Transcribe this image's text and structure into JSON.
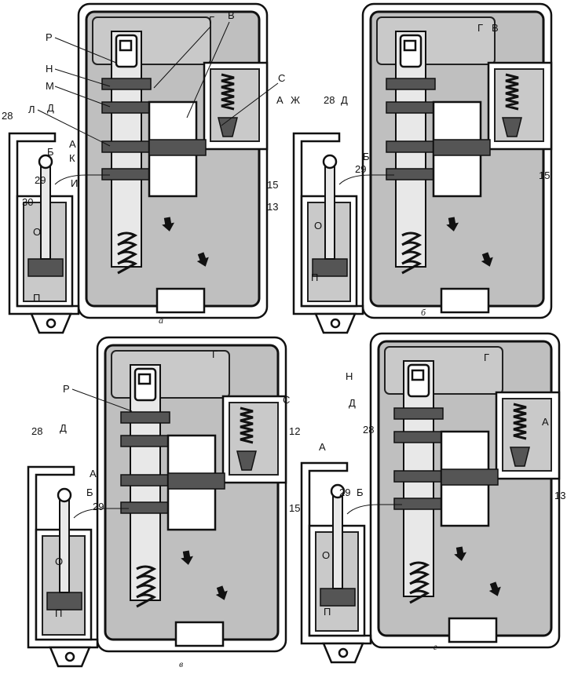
{
  "panels": [
    {
      "id": "a",
      "caption": "а",
      "labels": [
        "Р",
        "Н",
        "М",
        "Л",
        "Д",
        "А",
        "К",
        "Б",
        "И",
        "Г",
        "В",
        "С",
        "Ж",
        "А",
        "15",
        "13",
        "28",
        "29",
        "30",
        "О",
        "П"
      ]
    },
    {
      "id": "b",
      "caption": "б",
      "labels": [
        "Г",
        "В",
        "28",
        "Д",
        "Б",
        "29",
        "О",
        "П",
        "15"
      ]
    },
    {
      "id": "v",
      "caption": "в",
      "labels": [
        "Р",
        "Г",
        "С",
        "12",
        "А",
        "15",
        "28",
        "Д",
        "А",
        "Б",
        "29",
        "О",
        "П"
      ]
    },
    {
      "id": "g",
      "caption": "г",
      "labels": [
        "Н",
        "Г",
        "Д",
        "А",
        "28",
        "29",
        "Б",
        "О",
        "П",
        "13"
      ]
    }
  ]
}
